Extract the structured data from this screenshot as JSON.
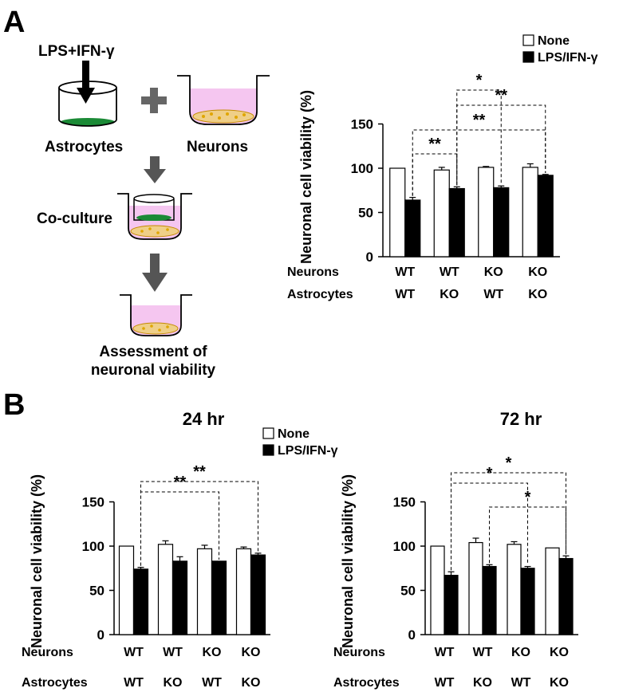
{
  "panels": {
    "a_label": "A",
    "b_label": "B"
  },
  "schematic": {
    "treatment": "LPS+IFN-γ",
    "astrocytes": "Astrocytes",
    "neurons": "Neurons",
    "plus": "+",
    "coculture": "Co-culture",
    "assessment_line1": "Assessment of",
    "assessment_line2": "neuronal viability"
  },
  "colors": {
    "none": "#ffffff",
    "lps": "#000000",
    "astro_green": "#1b8a36",
    "medium_pink": "#f5c6f0",
    "neuron_tan": "#efcf88",
    "neuron_dot": "#e0a500",
    "arrow_gray": "#555555"
  },
  "row_labels": {
    "neurons": "Neurons",
    "astrocytes": "Astrocytes"
  },
  "chart_data": [
    {
      "id": "A",
      "type": "bar",
      "title": "",
      "ylabel": "Neuronal cell viability (%)",
      "ylim": [
        0,
        150
      ],
      "yticks": [
        0,
        50,
        100,
        150
      ],
      "legend": {
        "position": "top-right",
        "items": [
          "None",
          "LPS/IFN-γ"
        ]
      },
      "groups": [
        {
          "neurons": "WT",
          "astrocytes": "WT"
        },
        {
          "neurons": "WT",
          "astrocytes": "KO"
        },
        {
          "neurons": "KO",
          "astrocytes": "WT"
        },
        {
          "neurons": "KO",
          "astrocytes": "KO"
        }
      ],
      "series": [
        {
          "name": "None",
          "values": [
            100,
            98,
            101,
            101
          ],
          "errors": [
            0,
            3,
            1,
            4
          ]
        },
        {
          "name": "LPS/IFN-γ",
          "values": [
            64,
            77,
            78,
            92
          ],
          "errors": [
            3,
            2,
            2,
            1
          ]
        }
      ],
      "significance": [
        {
          "from": 0,
          "to": 1,
          "label": "**"
        },
        {
          "from": 1,
          "to": 2,
          "label": "*"
        },
        {
          "from": 1,
          "to": 3,
          "label": "**"
        },
        {
          "from": 0,
          "to": 3,
          "label": "**"
        }
      ]
    },
    {
      "id": "B1",
      "type": "bar",
      "title": "24 hr",
      "ylabel": "Neuronal cell viability (%)",
      "ylim": [
        0,
        150
      ],
      "yticks": [
        0,
        50,
        100,
        150
      ],
      "legend": {
        "position": "top-right",
        "items": [
          "None",
          "LPS/IFN-γ"
        ]
      },
      "groups": [
        {
          "neurons": "WT",
          "astrocytes": "WT"
        },
        {
          "neurons": "WT",
          "astrocytes": "KO"
        },
        {
          "neurons": "KO",
          "astrocytes": "WT"
        },
        {
          "neurons": "KO",
          "astrocytes": "KO"
        }
      ],
      "series": [
        {
          "name": "None",
          "values": [
            100,
            102,
            97,
            97
          ],
          "errors": [
            0,
            4,
            4,
            2
          ]
        },
        {
          "name": "LPS/IFN-γ",
          "values": [
            74,
            83,
            83,
            90
          ],
          "errors": [
            2,
            5,
            0,
            2
          ]
        }
      ],
      "significance": [
        {
          "from": 0,
          "to": 2,
          "label": "**"
        },
        {
          "from": 0,
          "to": 3,
          "label": "**"
        }
      ]
    },
    {
      "id": "B2",
      "type": "bar",
      "title": "72 hr",
      "ylabel": "Neuronal cell viability (%)",
      "ylim": [
        0,
        150
      ],
      "yticks": [
        0,
        50,
        100,
        150
      ],
      "groups": [
        {
          "neurons": "WT",
          "astrocytes": "WT"
        },
        {
          "neurons": "WT",
          "astrocytes": "KO"
        },
        {
          "neurons": "KO",
          "astrocytes": "WT"
        },
        {
          "neurons": "KO",
          "astrocytes": "KO"
        }
      ],
      "series": [
        {
          "name": "None",
          "values": [
            100,
            104,
            102,
            98
          ],
          "errors": [
            0,
            5,
            3,
            0
          ]
        },
        {
          "name": "LPS/IFN-γ",
          "values": [
            67,
            77,
            75,
            86
          ],
          "errors": [
            4,
            2,
            2,
            3
          ]
        }
      ],
      "significance": [
        {
          "from": 1,
          "to": 3,
          "label": "*"
        },
        {
          "from": 0,
          "to": 2,
          "label": "*"
        },
        {
          "from": 0,
          "to": 3,
          "label": "*"
        }
      ]
    }
  ]
}
